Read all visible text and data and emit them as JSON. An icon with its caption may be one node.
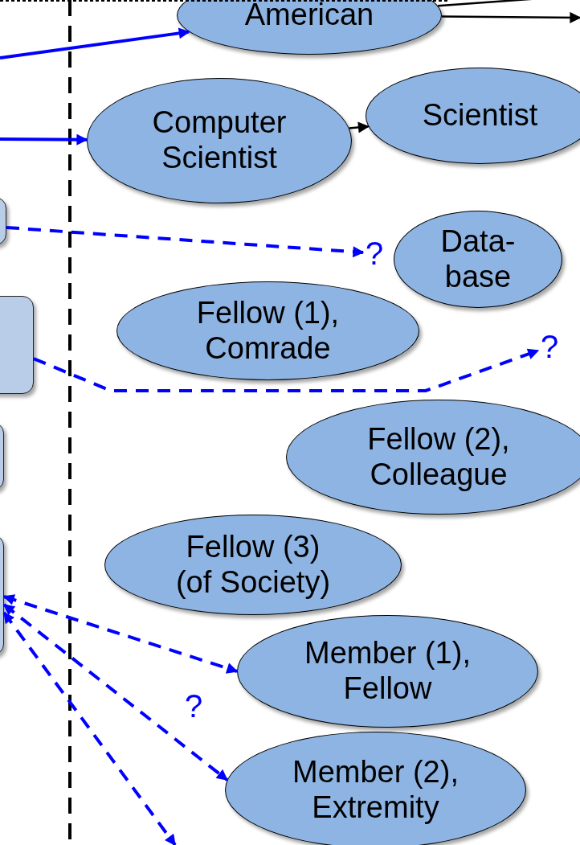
{
  "diagram": {
    "nodes": [
      {
        "text": [
          "American"
        ]
      },
      {
        "text": [
          "Computer Scientist"
        ]
      },
      {
        "text": [
          "Scientist"
        ]
      },
      {
        "text": [],
        "shape": "box"
      },
      {
        "text": [
          "?"
        ]
      },
      {
        "text": [
          "Data-base"
        ]
      },
      {
        "text": [],
        "shape": "box"
      },
      {
        "text": [
          "Fellow (1), Comrade"
        ]
      },
      {
        "text": [
          "?"
        ]
      },
      {
        "text": [],
        "shape": "box"
      },
      {
        "text": [
          "Fellow (2), Colleague"
        ]
      },
      {
        "text": [],
        "shape": "box"
      },
      {
        "text": [
          "Fellow (3) (of Society)"
        ]
      },
      {
        "text": [
          "Member (1), Fellow"
        ]
      },
      {
        "text": [
          "Member (2), Extremity"
        ]
      }
    ],
    "edges": [
      {
        "from": null,
        "to": 0,
        "arrow": "to"
      },
      {
        "from": null,
        "to": 1,
        "arrow": "to"
      },
      {
        "from": 0,
        "to": null,
        "arrow": "to",
        "color": "#000000"
      },
      {
        "from": 0,
        "to": null,
        "arrow": "none",
        "color": "#000000"
      },
      {
        "from": 1,
        "to": 2,
        "arrow": "to",
        "color": "#000000"
      },
      {
        "from": 3,
        "to": 4,
        "arrow": "to",
        "style": "dashed"
      },
      {
        "from": 6,
        "to": 8,
        "arrow": "to",
        "style": "dashed"
      },
      {
        "from": 11,
        "to": 13,
        "arrow": "both",
        "style": "dashed"
      },
      {
        "from": 11,
        "to": 14,
        "arrow": "both",
        "style": "dashed"
      },
      {
        "from": 11,
        "to": null,
        "arrow": "both",
        "style": "dashed"
      }
    ],
    "labels": [
      "?"
    ]
  }
}
